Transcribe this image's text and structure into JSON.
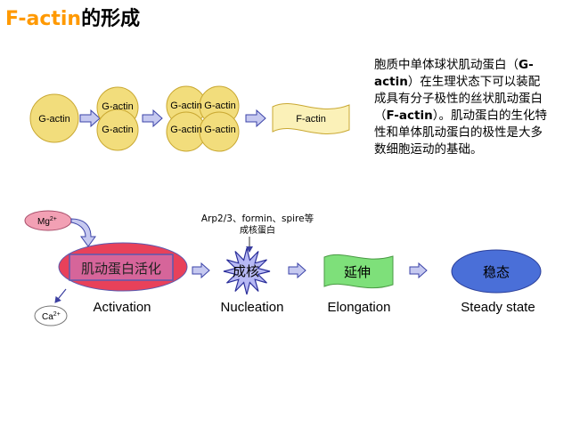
{
  "title": {
    "en": "F-actin",
    "zh": "的形成"
  },
  "description": {
    "p1": "胞质中单体球状肌动蛋白（",
    "g": "G- actin",
    "p2": "）在生理状态下可以装配成具有分子极性的丝状肌动蛋白（",
    "f": "F-actin",
    "p3": "）。肌动蛋白的生化特性和单体肌动蛋白的极性是大多数细胞运动的基础。"
  },
  "top_row": {
    "monomer": "G-actin",
    "dimer": [
      "G-actin",
      "G-actin"
    ],
    "tetramer": [
      "G-actin",
      "G-actin",
      "G-actin",
      "G-actin"
    ],
    "filament": "F-actin"
  },
  "process": {
    "mg": "Mg",
    "mg_charge": "2+",
    "ca": "Ca",
    "ca_charge": "2+",
    "nucleators_line1": "Arp2/3、formin、spire等",
    "nucleators_line2": "成核蛋白",
    "steps": [
      {
        "zh": "肌动蛋白活化",
        "en": "Activation"
      },
      {
        "zh": "成核",
        "en": "Nucleation"
      },
      {
        "zh": "延伸",
        "en": "Elongation"
      },
      {
        "zh": "稳态",
        "en": "Steady state"
      }
    ]
  },
  "colors": {
    "bg": "#ffffff",
    "title_accent": "#ff9900",
    "monomer_fill": "#f2dd7c",
    "monomer_stroke": "#c9a832",
    "arrow_fill": "#c6c9f0",
    "arrow_stroke": "#3b43a8",
    "filament_fill": "#fbf1b8",
    "mg_fill": "#f2a0b4",
    "activation_fill": "#e8415a",
    "activation_rect": "#d6659a",
    "nucleation_fill": "#b7b9f4",
    "elongation_fill": "#7ee07a",
    "steady_fill": "#4a6fd8"
  }
}
